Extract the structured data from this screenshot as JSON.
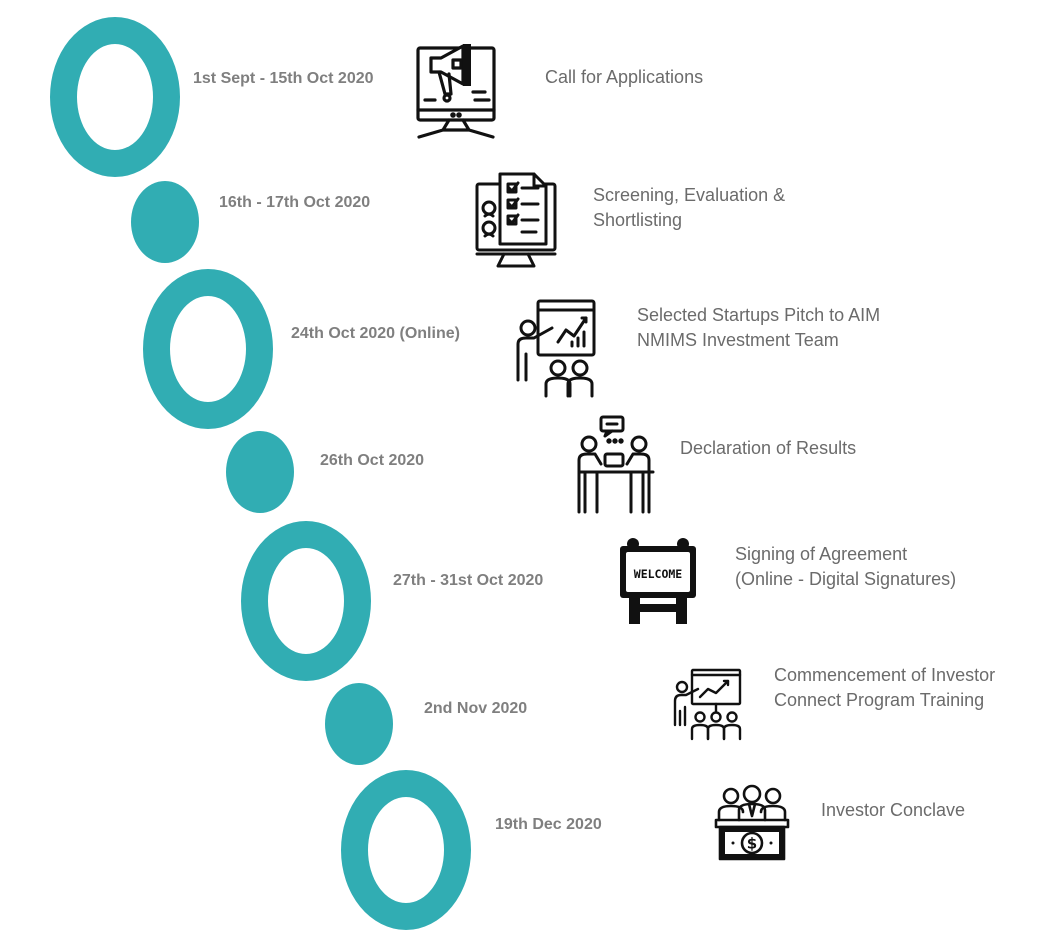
{
  "accent_color": "#31ADB3",
  "icon_color": "#111111",
  "timeline": [
    {
      "date": "1st Sept - 15th Oct 2020",
      "label": "Call for Applications",
      "icon": "megaphone-monitor-icon"
    },
    {
      "date": "16th - 17th Oct 2020",
      "label": "Screening, Evaluation &\nShortlisting",
      "icon": "checklist-screen-icon"
    },
    {
      "date": "24th Oct 2020 (Online)",
      "label": "Selected Startups Pitch to AIM\nNMIMS Investment Team",
      "icon": "presentation-audience-icon"
    },
    {
      "date": "26th Oct 2020",
      "label": "Declaration of Results",
      "icon": "meeting-table-icon"
    },
    {
      "date": "27th - 31st Oct 2020",
      "label": "Signing of Agreement\n(Online - Digital Signatures)",
      "icon": "welcome-sign-icon"
    },
    {
      "date": "2nd Nov 2020",
      "label": "Commencement of Investor\nConnect Program Training",
      "icon": "training-board-icon"
    },
    {
      "date": "19th Dec 2020",
      "label": "Investor Conclave",
      "icon": "investors-money-icon"
    }
  ],
  "welcome_text": "WELCOME",
  "dollar_text": "$"
}
